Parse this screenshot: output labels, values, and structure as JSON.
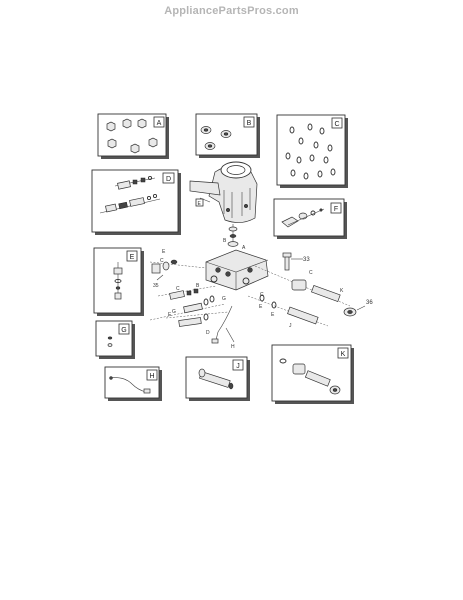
{
  "watermark": "AppliancePartsPros.com",
  "kits": [
    {
      "letter": "A"
    },
    {
      "letter": "B"
    },
    {
      "letter": "C"
    },
    {
      "letter": "D"
    },
    {
      "letter": "E"
    },
    {
      "letter": "F"
    },
    {
      "letter": "G"
    },
    {
      "letter": "H"
    },
    {
      "letter": "J"
    },
    {
      "letter": "K"
    }
  ],
  "callouts": {
    "c33": "33",
    "c36": "36",
    "c35": "35",
    "a": "A",
    "b": "B",
    "c": "C",
    "d": "D",
    "e": "E",
    "f": "F",
    "g": "G",
    "h": "H",
    "j": "J",
    "k": "K"
  }
}
